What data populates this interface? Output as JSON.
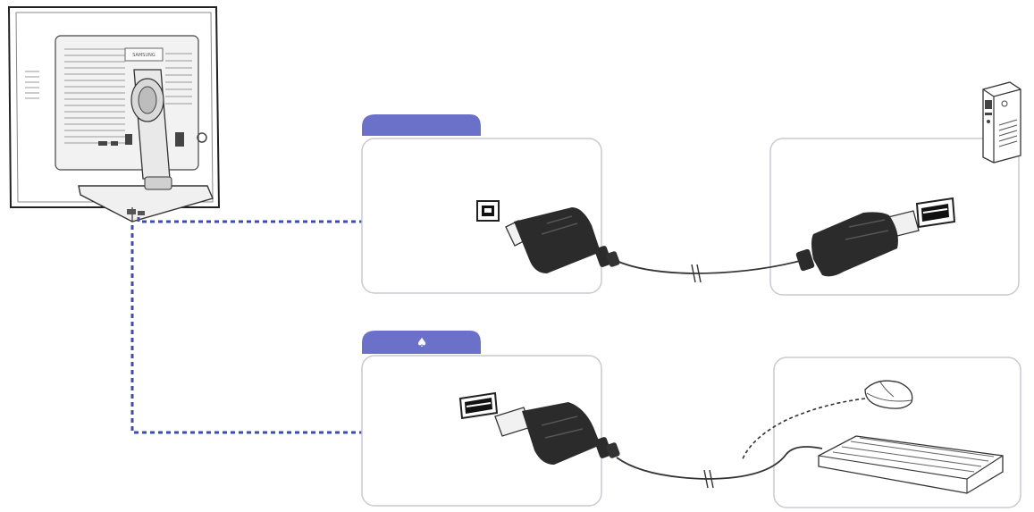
{
  "monitor": {
    "brand": "SAMSUNG"
  },
  "tabs": [
    {
      "id": "upstream",
      "label": ""
    },
    {
      "id": "downstream",
      "label": "♠"
    }
  ],
  "colors": {
    "tab": "#6b70c8",
    "dotted_line": "#3f4ea8",
    "panel_border": "#c9c9d1",
    "plug": "#2b2b2b",
    "cable": "#333333"
  },
  "icons": {
    "usb_symbol": "usb-icon",
    "cable_break": "cable-break-icon"
  }
}
